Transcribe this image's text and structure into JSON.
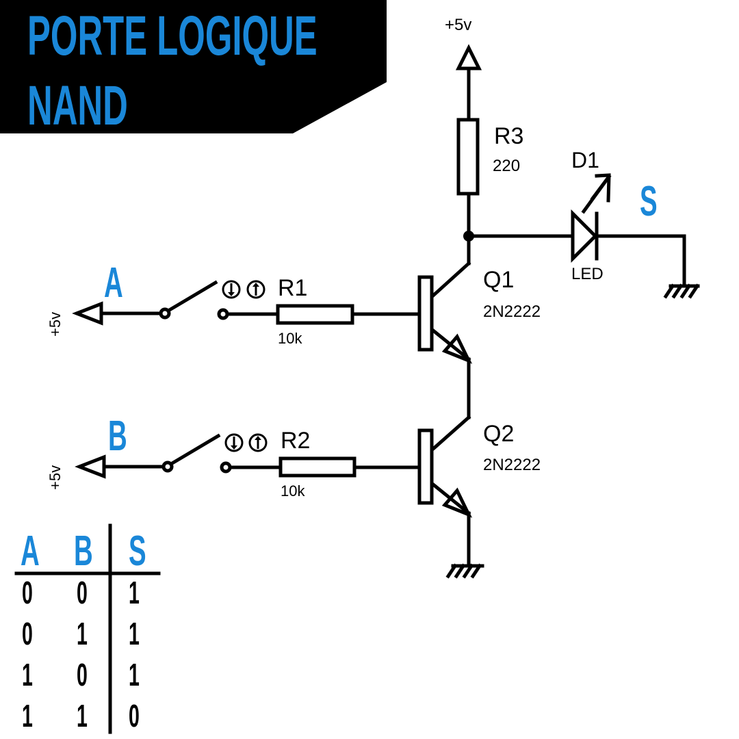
{
  "title": {
    "line1": "PORTE LOGIQUE",
    "line2": "NAND"
  },
  "colors": {
    "accent": "#1a87d8",
    "banner": "#000000"
  },
  "supply": {
    "top": "+5v",
    "a": "+5v",
    "b": "+5v"
  },
  "inputs": {
    "a": "A",
    "b": "B"
  },
  "output": "S",
  "components": {
    "r1": {
      "name": "R1",
      "value": "10k"
    },
    "r2": {
      "name": "R2",
      "value": "10k"
    },
    "r3": {
      "name": "R3",
      "value": "220"
    },
    "d1": {
      "name": "D1",
      "value": "LED"
    },
    "q1": {
      "name": "Q1",
      "value": "2N2222"
    },
    "q2": {
      "name": "Q2",
      "value": "2N2222"
    }
  },
  "truth_table": {
    "headers": [
      "A",
      "B",
      "S"
    ],
    "rows": [
      [
        "0",
        "0",
        "1"
      ],
      [
        "0",
        "1",
        "1"
      ],
      [
        "1",
        "0",
        "1"
      ],
      [
        "1",
        "1",
        "0"
      ]
    ]
  }
}
